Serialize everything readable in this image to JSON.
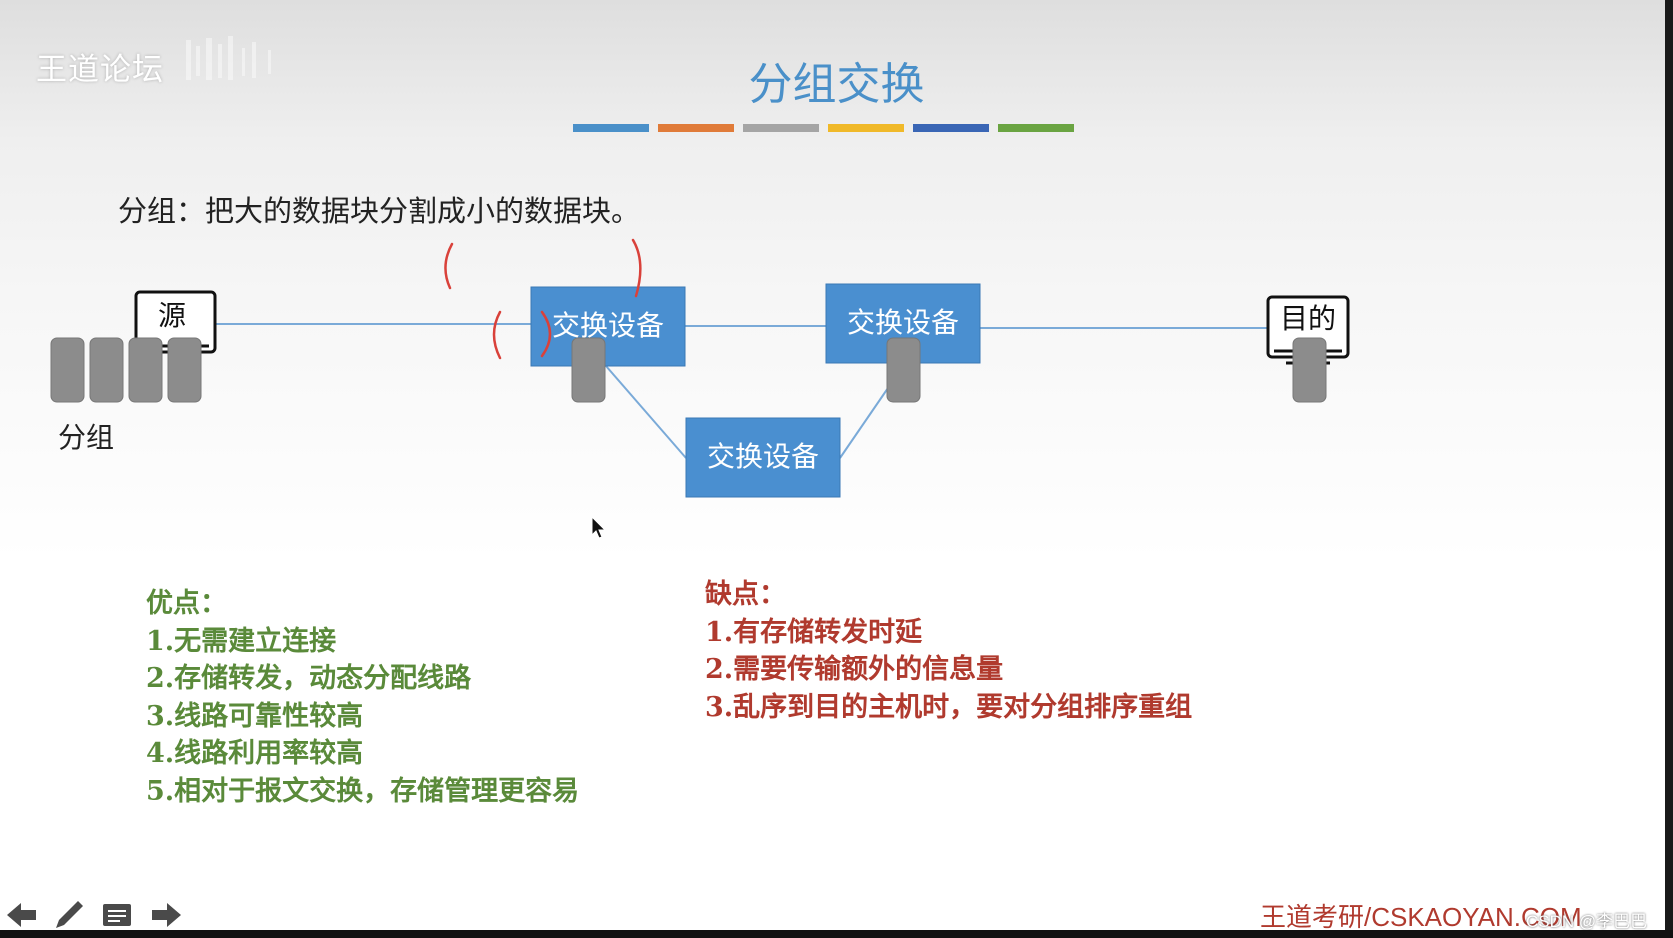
{
  "header": {
    "logo_text": "王道论坛",
    "slide_title": "分组交换",
    "title_bar_colors": [
      "#4a90c9",
      "#e07b39",
      "#a5a5a5",
      "#f0b929",
      "#3a66b5",
      "#6aa442"
    ]
  },
  "definition": "分组：把大的数据块分割成小的数据块。",
  "diagram": {
    "source_label": "源",
    "destination_label": "目的",
    "packets_label": "分组",
    "switches": [
      "交换设备",
      "交换设备",
      "交换设备"
    ],
    "switch_color": "#4a8fd0",
    "packet_color": "#8c8c8c"
  },
  "pros": {
    "heading": "优点：",
    "items": [
      "1.无需建立连接",
      "2.存储转发，动态分配线路",
      "3.线路可靠性较高",
      "4.线路利用率较高",
      "5.相对于报文交换，存储管理更容易"
    ],
    "color": "#5a8a3a"
  },
  "cons": {
    "heading": "缺点：",
    "items": [
      "1.有存储转发时延",
      "2.需要传输额外的信息量",
      "3.乱序到目的主机时，要对分组排序重组"
    ],
    "color": "#b03a2e"
  },
  "footer": {
    "brand": "王道考研/CSKAOYAN.COM",
    "watermark": "CSDN @李巴巴"
  },
  "nav": {
    "prev_icon": "arrow-left-icon",
    "pen_icon": "pen-icon",
    "menu_icon": "slide-menu-icon",
    "next_icon": "arrow-right-icon"
  }
}
